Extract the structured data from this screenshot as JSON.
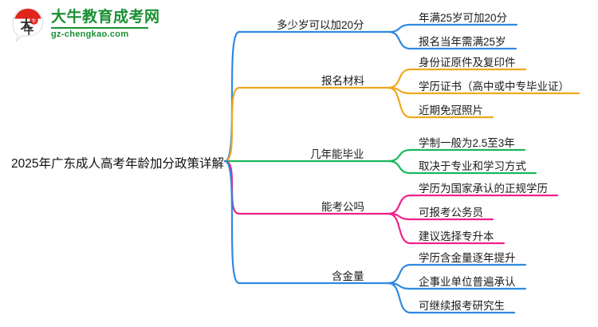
{
  "logo": {
    "mark_name": "da-niu-bull-speech-bubble-logo",
    "mark_text": "大牛",
    "title": "大牛教育成考网",
    "subtitle": "gz-chengkao.com",
    "brand_color": "#1a9033",
    "mark_accent_color": "#e1251b"
  },
  "mindmap": {
    "root": "2025年广东成人高考年龄加分政策详解",
    "branches": [
      {
        "label": "多少岁可以加20分",
        "color": "#2f89e0",
        "children": [
          "年满25岁可加20分",
          "报名当年需满25岁"
        ]
      },
      {
        "label": "报名材料",
        "color": "#f0a81e",
        "children": [
          "身份证原件及复印件",
          "学历证书（高中或中专毕业证）",
          "近期免冠照片"
        ]
      },
      {
        "label": "几年能毕业",
        "color": "#18b85c",
        "children": [
          "学制一般为2.5至3年",
          "取决于专业和学习方式"
        ]
      },
      {
        "label": "能考公吗",
        "color": "#f0218a",
        "children": [
          "学历为国家承认的正规学历",
          "可报考公务员",
          "建议选择专升本"
        ]
      },
      {
        "label": "含金量",
        "color": "#2f89e0",
        "children": [
          "学历含金量逐年提升",
          "企事业单位普遍承认",
          "可继续报考研究生"
        ]
      }
    ]
  }
}
